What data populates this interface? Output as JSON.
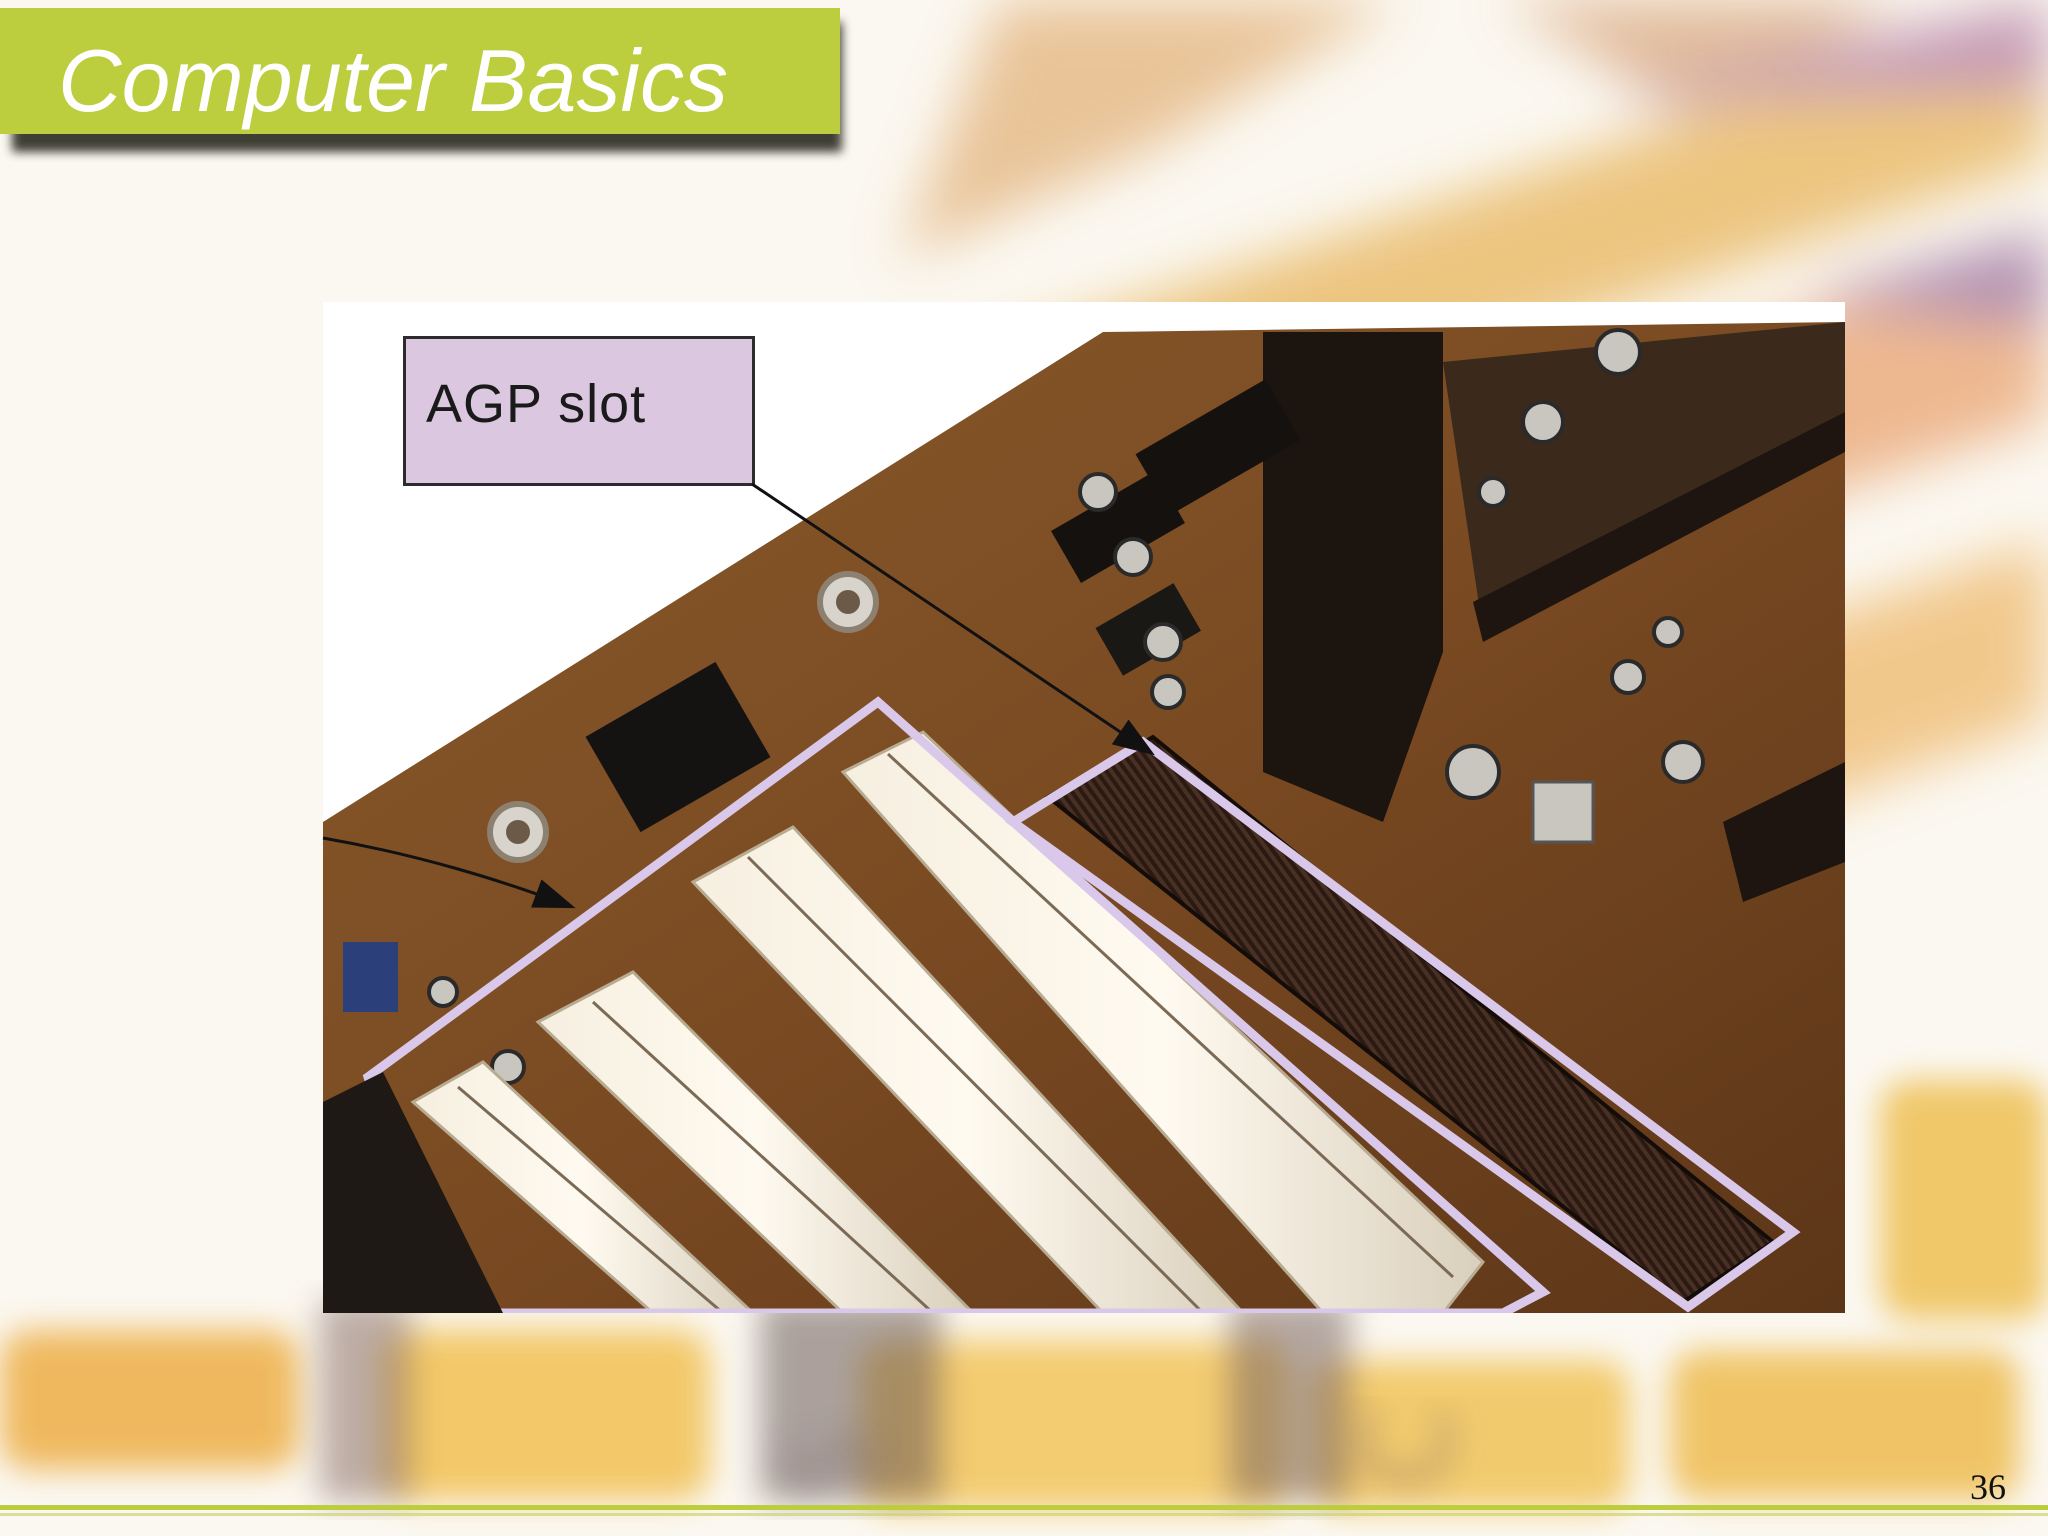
{
  "slide": {
    "title": "Computer Basics",
    "page_number": "36"
  },
  "image": {
    "callout_label": "AGP slot"
  },
  "colors": {
    "title_bar": "#bccd3d",
    "callout_fill": "#dcc7e0",
    "slot_outline": "#d9c8ea",
    "board": "#7a4a22"
  }
}
